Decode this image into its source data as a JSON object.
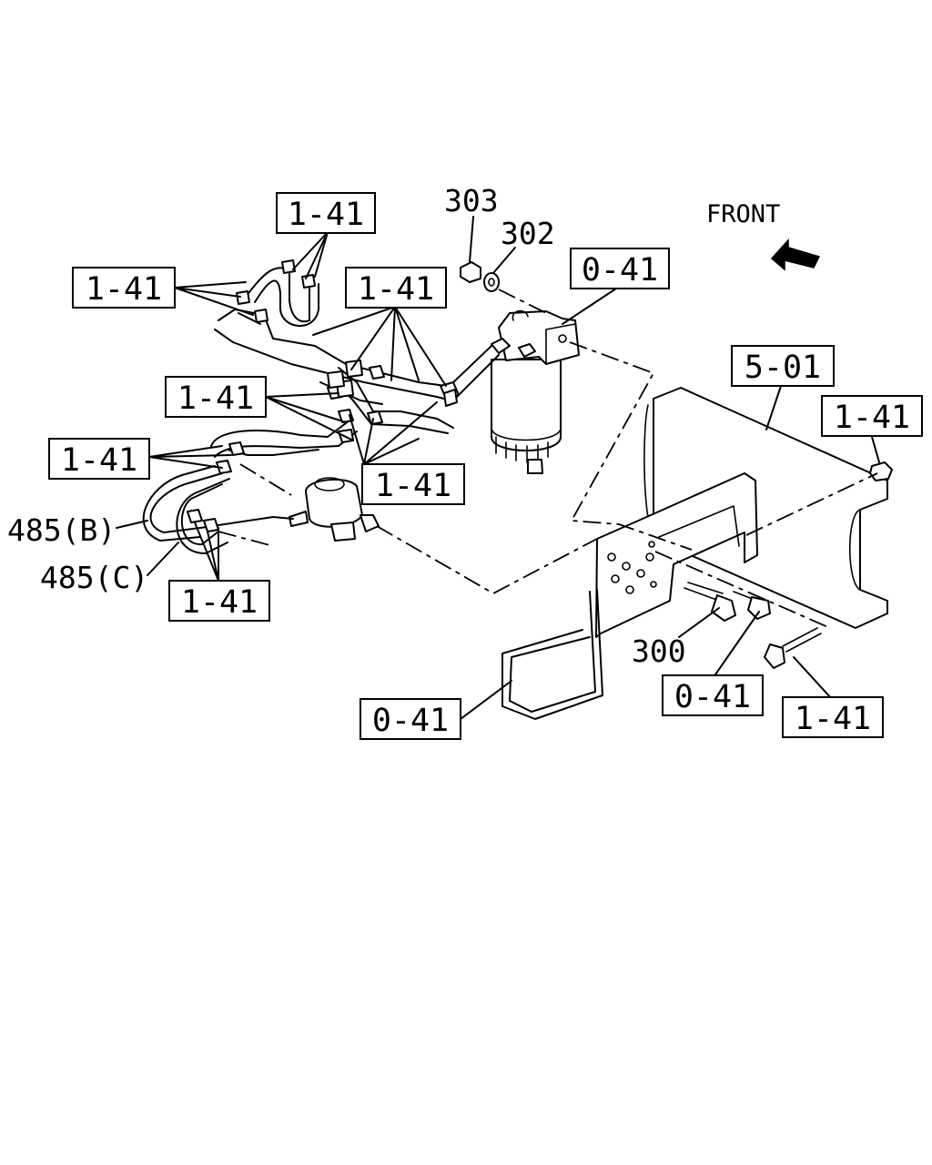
{
  "front_label": "FRONT",
  "callouts": [
    {
      "id": "c1",
      "text": "1-41"
    },
    {
      "id": "c2",
      "text": "1-41"
    },
    {
      "id": "c3",
      "text": "1-41"
    },
    {
      "id": "c4",
      "text": "0-41"
    },
    {
      "id": "c5",
      "text": "1-41"
    },
    {
      "id": "c6",
      "text": "1-41"
    },
    {
      "id": "c7",
      "text": "1-41"
    },
    {
      "id": "c8",
      "text": "5-01"
    },
    {
      "id": "c9",
      "text": "1-41"
    },
    {
      "id": "c10",
      "text": "1-41"
    },
    {
      "id": "c11",
      "text": "0-41"
    },
    {
      "id": "c12",
      "text": "0-41"
    },
    {
      "id": "c13",
      "text": "1-41"
    }
  ],
  "part_numbers": [
    "303",
    "302",
    "485(B)",
    "485(C)",
    "300"
  ]
}
